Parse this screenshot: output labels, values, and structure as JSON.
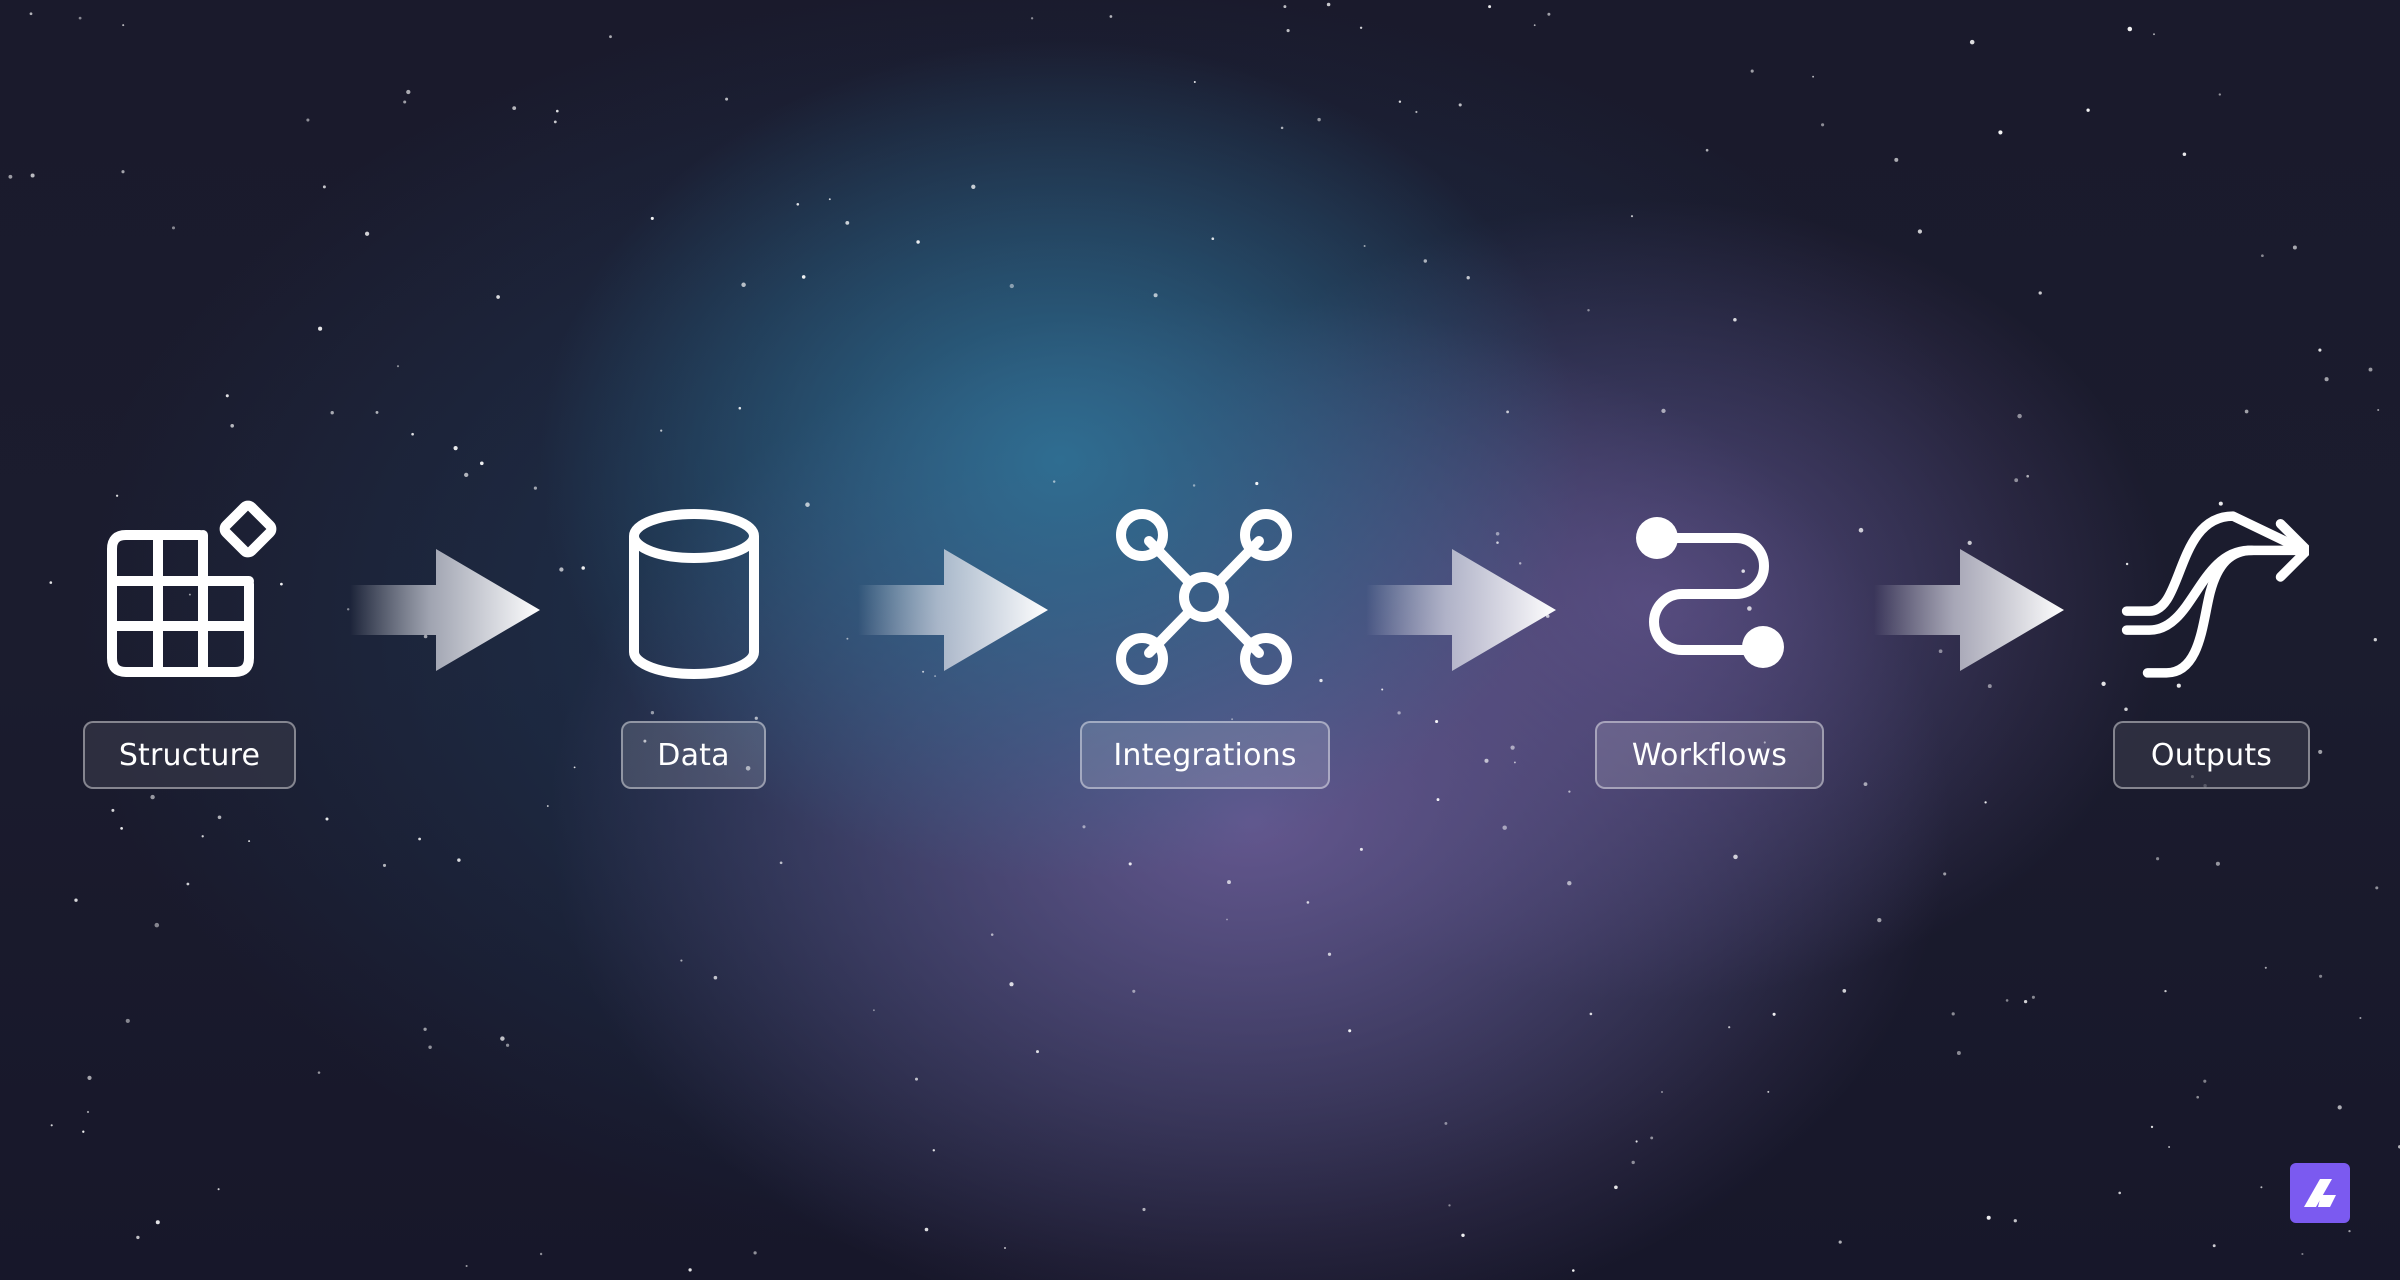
{
  "steps": [
    {
      "label": "Structure",
      "icon": "grid-table-icon"
    },
    {
      "label": "Data",
      "icon": "database-cylinder-icon"
    },
    {
      "label": "Integrations",
      "icon": "network-hub-icon"
    },
    {
      "label": "Workflows",
      "icon": "route-path-icon"
    },
    {
      "label": "Outputs",
      "icon": "merge-arrow-icon"
    }
  ],
  "connectors": "arrow-right-icon",
  "brand": {
    "logo": "brand-logo-icon",
    "color": "#7b5af0"
  },
  "colors": {
    "background": "#181828",
    "glow_teal": "#2f7094",
    "glow_purple": "#675992",
    "icon": "#ffffff"
  }
}
